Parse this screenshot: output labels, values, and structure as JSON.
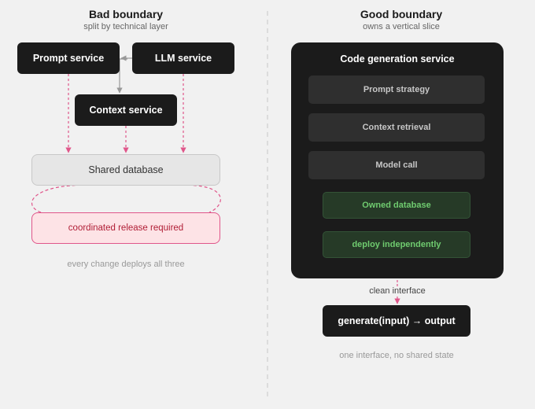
{
  "left": {
    "title": "Bad boundary",
    "subtitle": "split by technical layer",
    "prompt_service": "Prompt service",
    "llm_service": "LLM service",
    "context_service": "Context service",
    "shared_database": "Shared database",
    "release_note": "coordinated release required",
    "caption": "every change deploys all three"
  },
  "right": {
    "title": "Good boundary",
    "subtitle": "owns a vertical slice",
    "container_title": "Code generation service",
    "components": [
      "Prompt strategy",
      "Context retrieval",
      "Model call"
    ],
    "owned_database": "Owned database",
    "deploy_note": "deploy independently",
    "interface_label": "clean interface",
    "interface_box": "generate(input) → output",
    "caption": "one interface, no shared state"
  },
  "colors": {
    "background": "#f1f1f1",
    "dark": "#1b1b1b",
    "accent_pink": "#e0568a",
    "green_text": "#6fcb6f",
    "divider": "#d6d6d6"
  }
}
